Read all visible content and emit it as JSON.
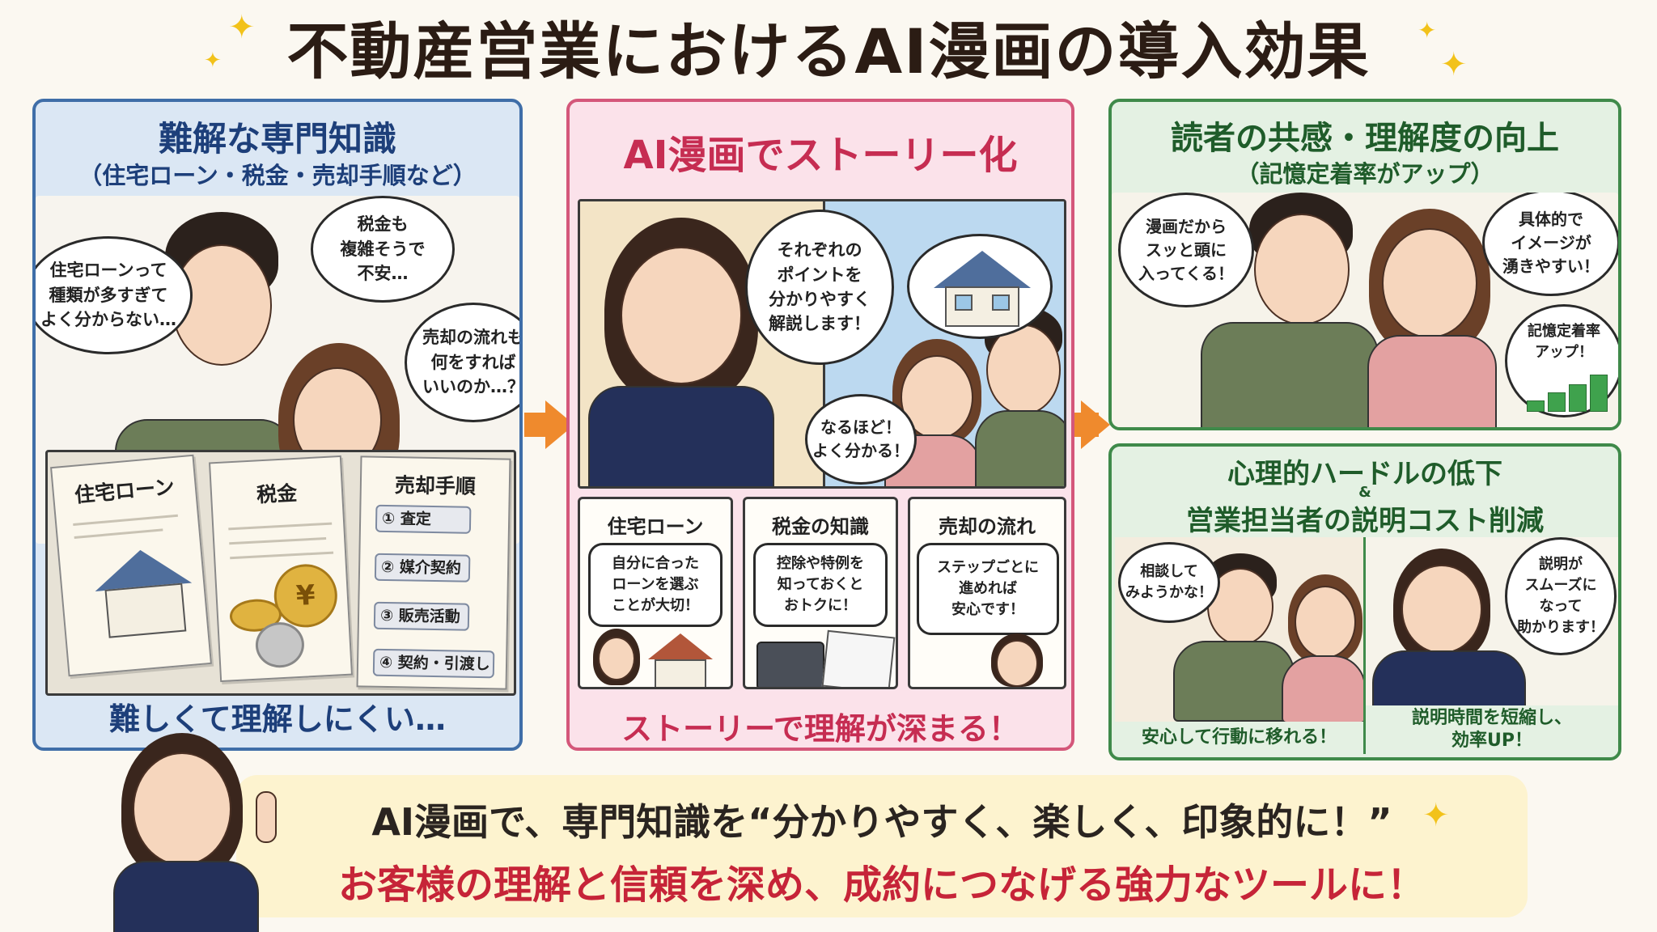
{
  "title": "不動産営業におけるAI漫画の導入効果",
  "colors": {
    "blue": "#3f6ea8",
    "pink": "#d4577a",
    "green": "#3f8a4a",
    "orange": "#ef8a2d",
    "red_text": "#c62438"
  },
  "left_panel": {
    "title": "難解な専門知識",
    "subtitle": "（住宅ローン・税金・売却手順など）",
    "bubbles": [
      "住宅ローンって\n種類が多すぎて\nよく分からない…",
      "税金も\n複雑そうで\n不安…",
      "売却の流れも\n何をすれば\nいいのか…？"
    ],
    "docs": {
      "loan": "住宅ローン",
      "tax": "税金",
      "coin_symbol": "¥",
      "sale": "売却手順",
      "steps": [
        "① 査定",
        "② 媒介契約",
        "③ 販売活動",
        "④ 契約・引渡し"
      ]
    },
    "caption": "難しくて理解しにくい…"
  },
  "mid_panel": {
    "title": "AI漫画でストーリー化",
    "bubbles": [
      "それぞれの\nポイントを\n分かりやすく\n解説します！",
      "なるほど！\nよく分かる！"
    ],
    "subpanels": [
      {
        "title": "住宅ローン",
        "text": "自分に合った\nローンを選ぶ\nことが大切！"
      },
      {
        "title": "税金の知識",
        "text": "控除や特例を\n知っておくと\nおトクに！"
      },
      {
        "title": "売却の流れ",
        "text": "ステップごとに\n進めれば\n安心です！"
      }
    ],
    "caption": "ストーリーで理解が深まる！"
  },
  "top_right_panel": {
    "title": "読者の共感・理解度の向上",
    "subtitle": "（記憶定着率がアップ）",
    "bubbles": [
      "漫画だから\nスッと頭に\n入ってくる！",
      "具体的で\nイメージが\n湧きやすい！",
      "記憶定着率\nアップ！"
    ]
  },
  "bottom_right_panel": {
    "title_line1": "心理的ハードルの低下",
    "amp": "&",
    "title_line2": "営業担当者の説明コスト削減",
    "bubbles": [
      "相談して\nみようかな！",
      "説明が\nスムーズに\nなって\n助かります！"
    ],
    "captions": [
      "安心して行動に移れる！",
      "説明時間を短縮し、\n効率UP！"
    ]
  },
  "banner": {
    "line1": "AI漫画で、専門知識を“分かりやすく、楽しく、印象的に！”",
    "line2": "お客様の理解と信頼を深め、成約につなげる強力なツールに！"
  }
}
